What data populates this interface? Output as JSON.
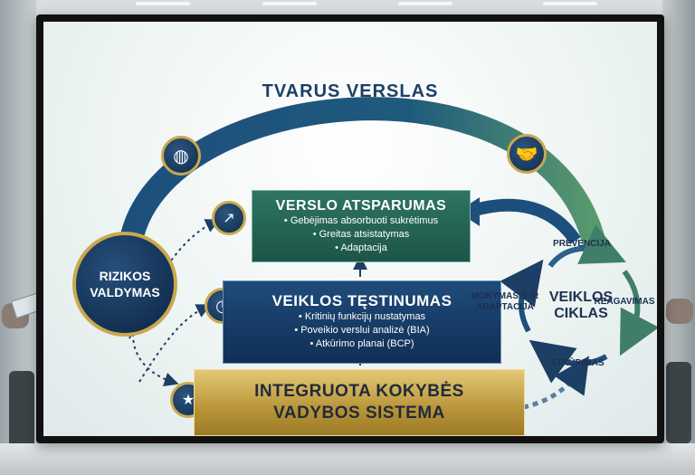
{
  "arc_title": "TVARUS VERSLAS",
  "risk_circle": {
    "line1": "RIZIKOS",
    "line2": "VALDYMAS"
  },
  "tier_top": {
    "title": "VERSLO ATSPARUMAS",
    "bullets": [
      "• Gebėjimas absorbuoti sukrėtimus",
      "• Greitas atsistatymas",
      "• Adaptacija"
    ]
  },
  "tier_middle": {
    "title": "VEIKLOS TĘSTINUMAS",
    "bullets": [
      "• Kritinių funkcijų nustatymas",
      "• Poveikio verslui analizė (BIA)",
      "• Atkūrimo planai (BCP)"
    ]
  },
  "tier_base": {
    "line1": "INTEGRUOTA KOKYBĖS",
    "line2": "VADYBOS SISTEMA"
  },
  "cycle": {
    "center_line1": "VEIKLOS",
    "center_line2": "CIKLAS",
    "prevention": "PREVENCIJA",
    "response": "REAGAVIMAS",
    "recovery": "ATKŪRIMAS",
    "learning_line1": "MOKYMASIS IR",
    "learning_line2": "ADAPTACIJA"
  },
  "colors": {
    "arc_blue": "#1d4f7c",
    "arc_green": "#5a9a6e",
    "gold": "#c9a84e",
    "tier_green": "#2f7463",
    "tier_blue": "#1f4b7a"
  },
  "icons": [
    "globe-icon",
    "handshake-icon",
    "trend-up-icon",
    "clock-icon",
    "shield-star-icon"
  ]
}
